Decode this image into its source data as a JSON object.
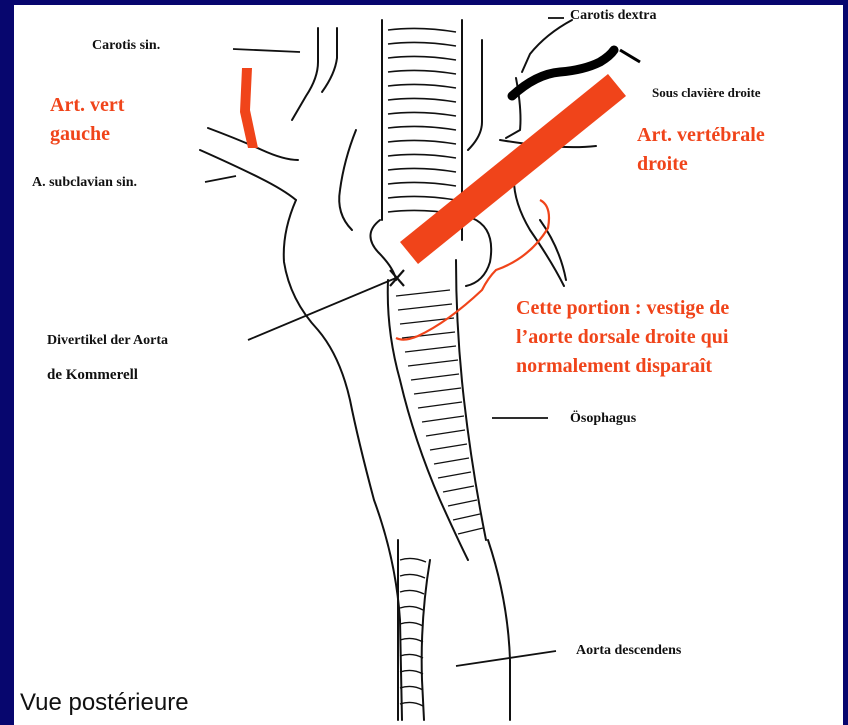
{
  "labels": {
    "carotis_sin": "Carotis sin.",
    "carotis_dextra": "Carotis dextra",
    "art_vert_gauche": [
      "Art.  vert",
      "gauche"
    ],
    "sous_claviere_droite": "Sous clavière droite",
    "art_vertebrale_droite": [
      "Art.  vertébrale",
      "droite"
    ],
    "subclavian_sin": "A. subclavian sin.",
    "cette_portion": [
      "Cette portion : vestige de",
      "l’aorte dorsale droite qui",
      "normalement disparaît"
    ],
    "divertikel": "Divertikel der Aorta",
    "kommerell": "de Kommerell",
    "osophagus": "Ösophagus",
    "aorta_descendens": "Aorta descendens",
    "vue_posterieure": "Vue postérieure"
  },
  "colors": {
    "background": "#07066e",
    "panel": "#ffffff",
    "annotation_red": "#f0441a",
    "ink": "#111111"
  }
}
